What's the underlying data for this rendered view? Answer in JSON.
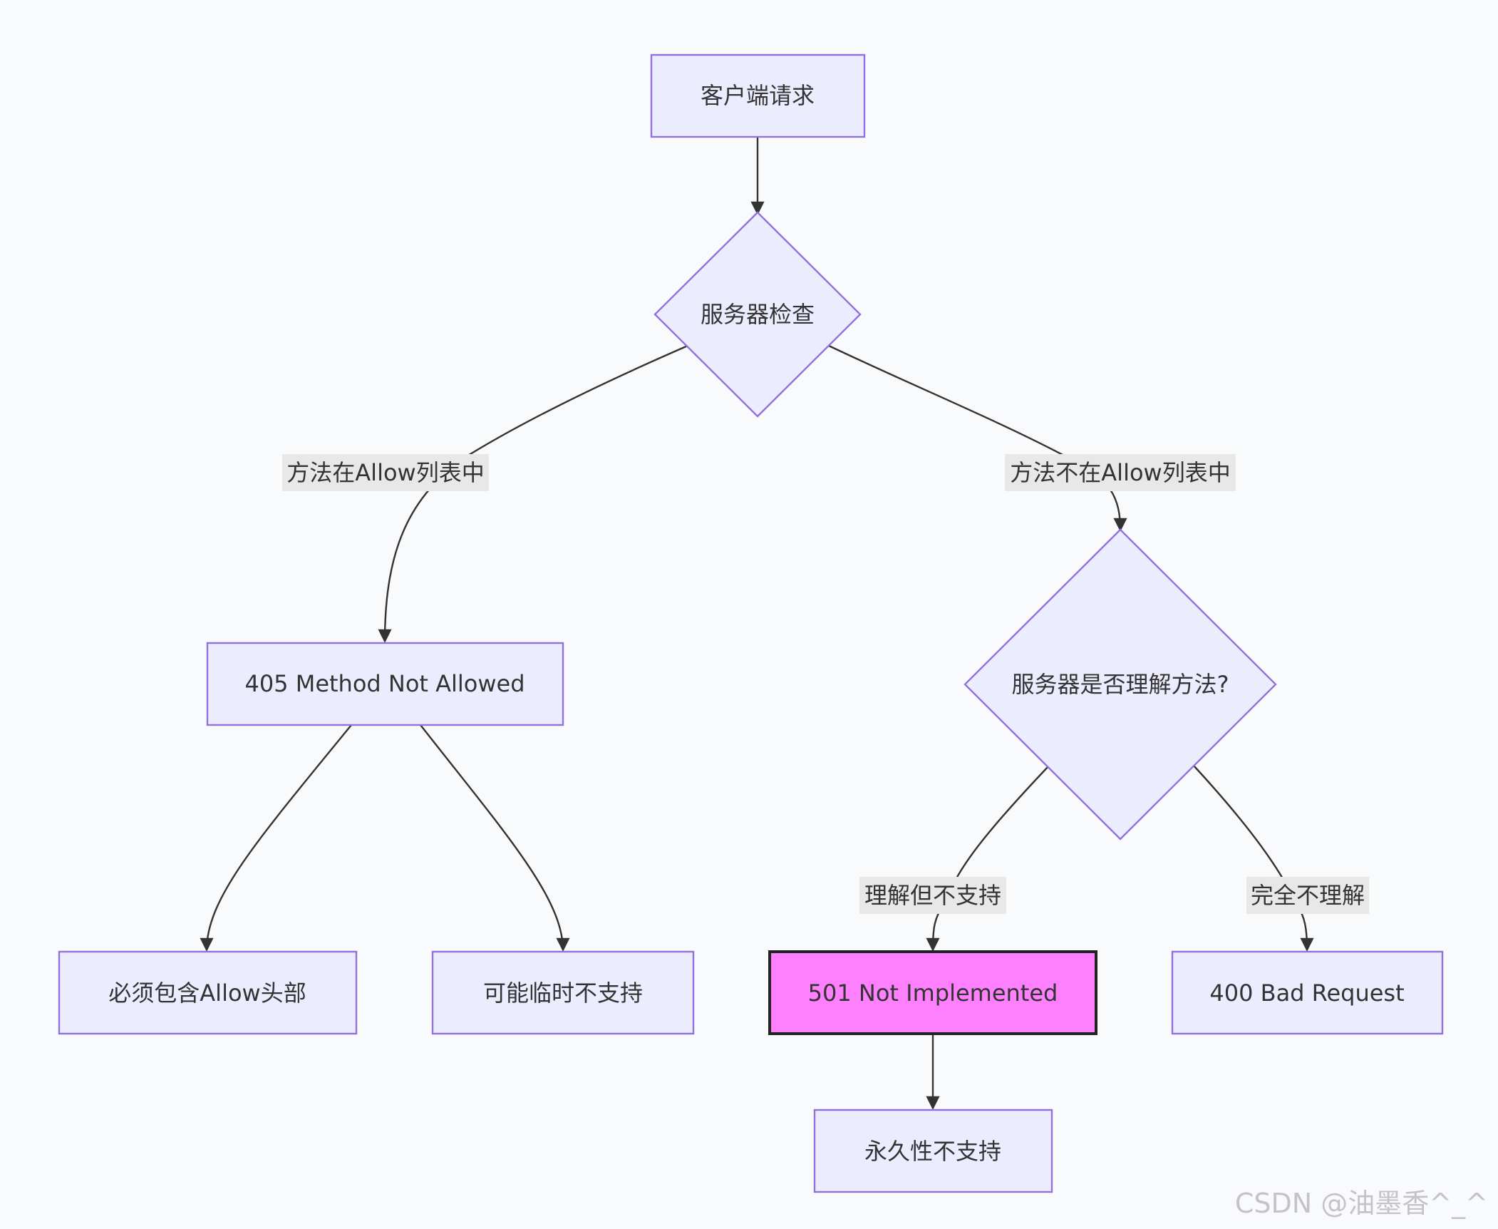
{
  "colors": {
    "node_fill": "#ECECFF",
    "node_stroke": "#9370DB",
    "highlight_fill": "#FF80FF",
    "highlight_stroke": "#222222",
    "edge": "#333333",
    "edge_label_bg": "#E8E8E8",
    "background": "#F9FAFC"
  },
  "nodes": {
    "client_request": "客户端请求",
    "server_check": "服务器检查",
    "method_not_allowed": "405 Method Not Allowed",
    "understand_decision": "服务器是否理解方法?",
    "must_include_allow": "必须包含Allow头部",
    "maybe_temporary": "可能临时不支持",
    "not_implemented": "501 Not Implemented",
    "bad_request": "400 Bad Request",
    "permanent": "永久性不支持"
  },
  "edge_labels": {
    "in_allow": "方法在Allow列表中",
    "not_in_allow": "方法不在Allow列表中",
    "understands": "理解但不支持",
    "not_understand": "完全不理解"
  },
  "watermark": "CSDN @油墨香^_^"
}
